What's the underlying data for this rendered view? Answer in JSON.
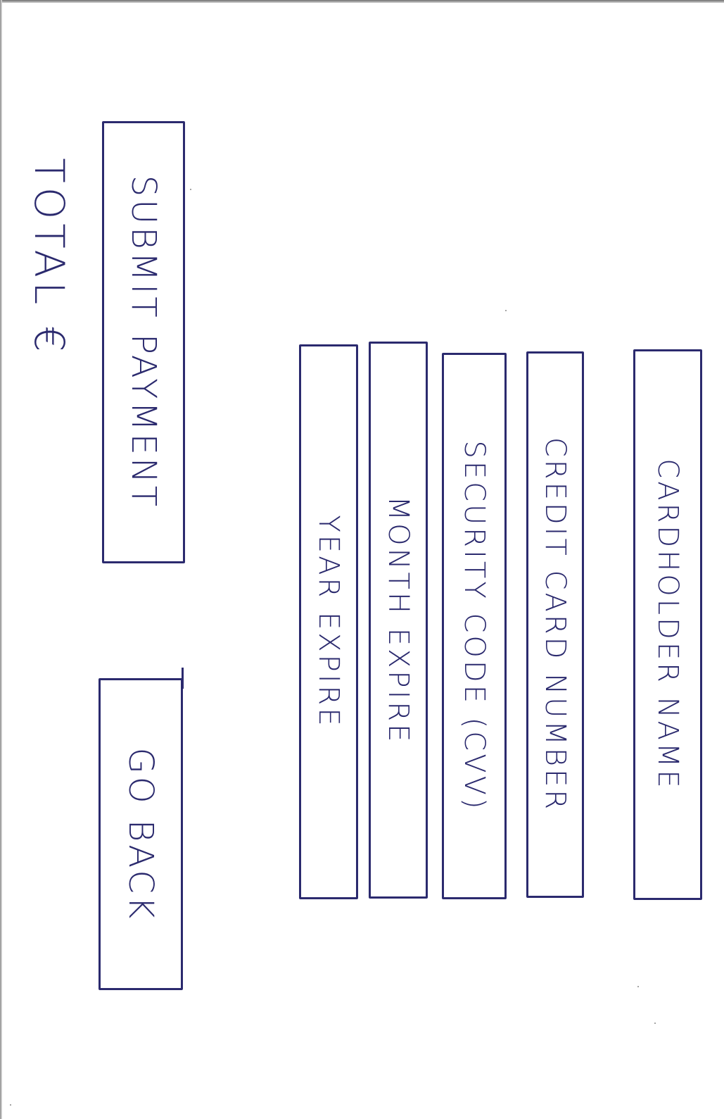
{
  "total": {
    "label": "TOTAL €"
  },
  "buttons": {
    "submit_label": "SUBMIT PAYMENT",
    "back_label": "GO BACK"
  },
  "fields": [
    {
      "label": "CARDHOLDER NAME"
    },
    {
      "label": "CREDIT CARD NUMBER"
    },
    {
      "label": "SECURITY CODE (CVV)"
    },
    {
      "label": "MONTH EXPIRE"
    },
    {
      "label": "YEAR EXPIRE"
    }
  ],
  "colors": {
    "ink": "#2b2a6e",
    "paper": "#ffffff"
  }
}
